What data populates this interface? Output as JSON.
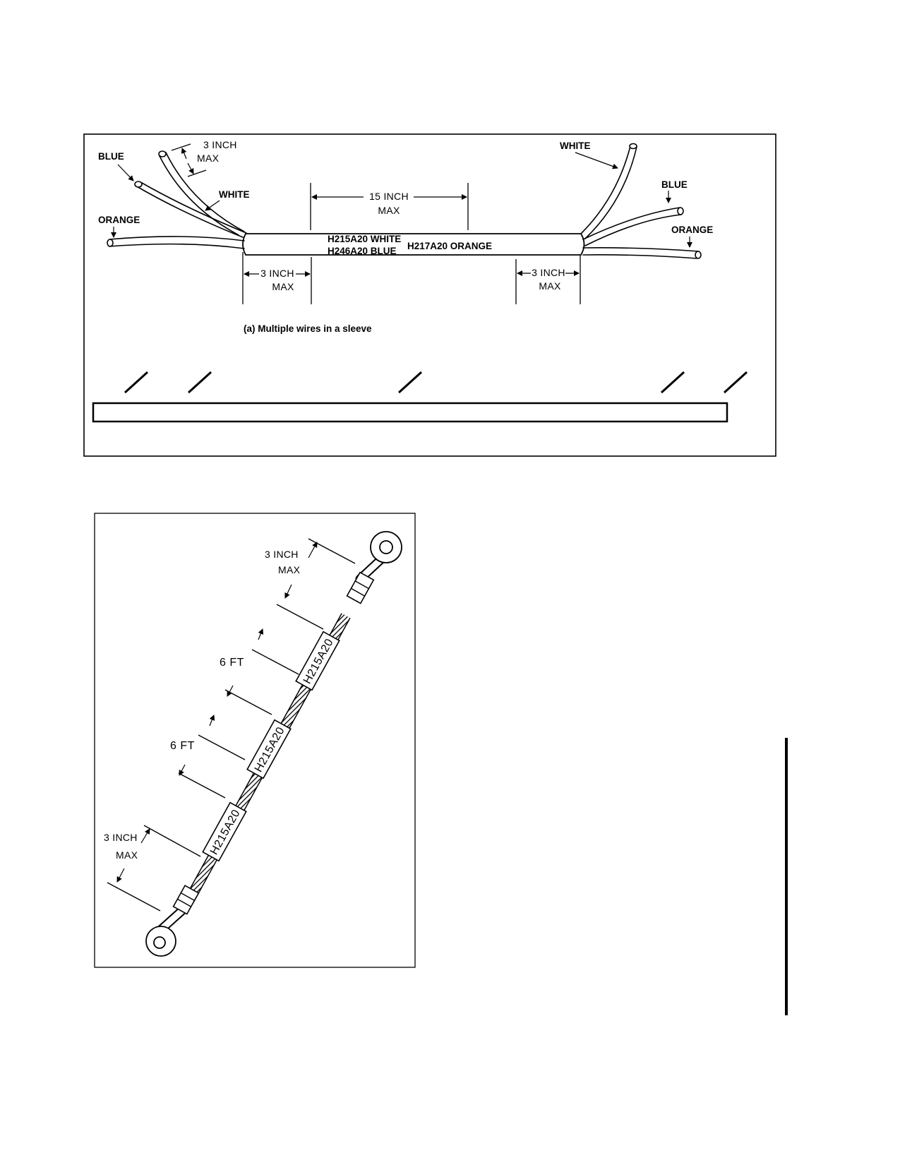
{
  "figure_a": {
    "wire_labels": {
      "blue_left": "BLUE",
      "white_left": "WHITE",
      "orange_left": "ORANGE",
      "white_right": "WHITE",
      "blue_right": "BLUE",
      "orange_right": "ORANGE"
    },
    "dimensions": {
      "top_left": [
        "3 INCH",
        "MAX"
      ],
      "center": [
        "15 INCH",
        "MAX"
      ],
      "bottom_left": [
        "3 INCH",
        "MAX"
      ],
      "bottom_right": [
        "3 INCH",
        "MAX"
      ]
    },
    "sleeve_marks": {
      "left_line1": "H215A20 WHITE",
      "left_line2": "H246A20 BLUE",
      "right": "H217A20 ORANGE"
    },
    "caption": "(a) Multiple wires in a sleeve"
  },
  "figure_b": {
    "dimensions": {
      "top": [
        "3 INCH",
        "MAX"
      ],
      "middle_1": "6 FT",
      "middle_2": "6 FT",
      "bottom": [
        "3 INCH",
        "MAX"
      ]
    },
    "sleeve_marks": [
      "H215A20",
      "H215A20",
      "H215A20"
    ]
  }
}
